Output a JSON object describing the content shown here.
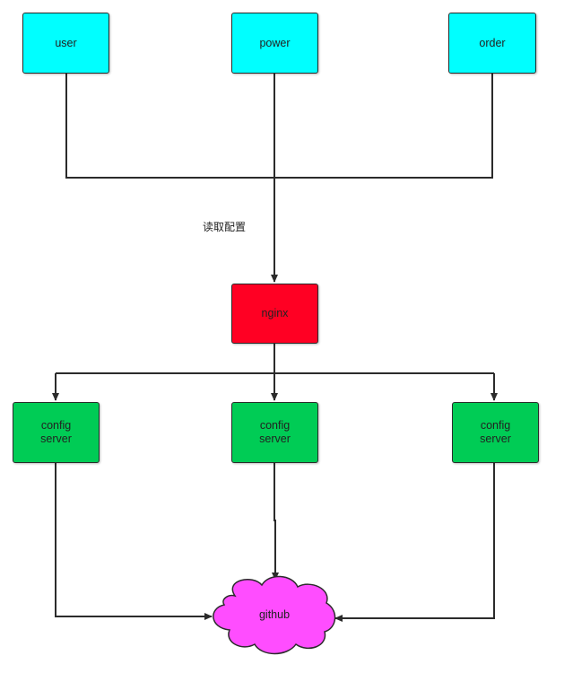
{
  "nodes": {
    "user": "user",
    "power": "power",
    "order": "order",
    "nginx": "nginx",
    "config_server_1": "config\nserver",
    "config_server_2": "config\nserver",
    "config_server_3": "config\nserver",
    "github": "github"
  },
  "edge_label": "读取配置",
  "colors": {
    "service": "#00ffff",
    "proxy": "#ff0023",
    "config_server": "#00cc55",
    "storage": "#ff4dff",
    "line": "#2b2b2b"
  }
}
